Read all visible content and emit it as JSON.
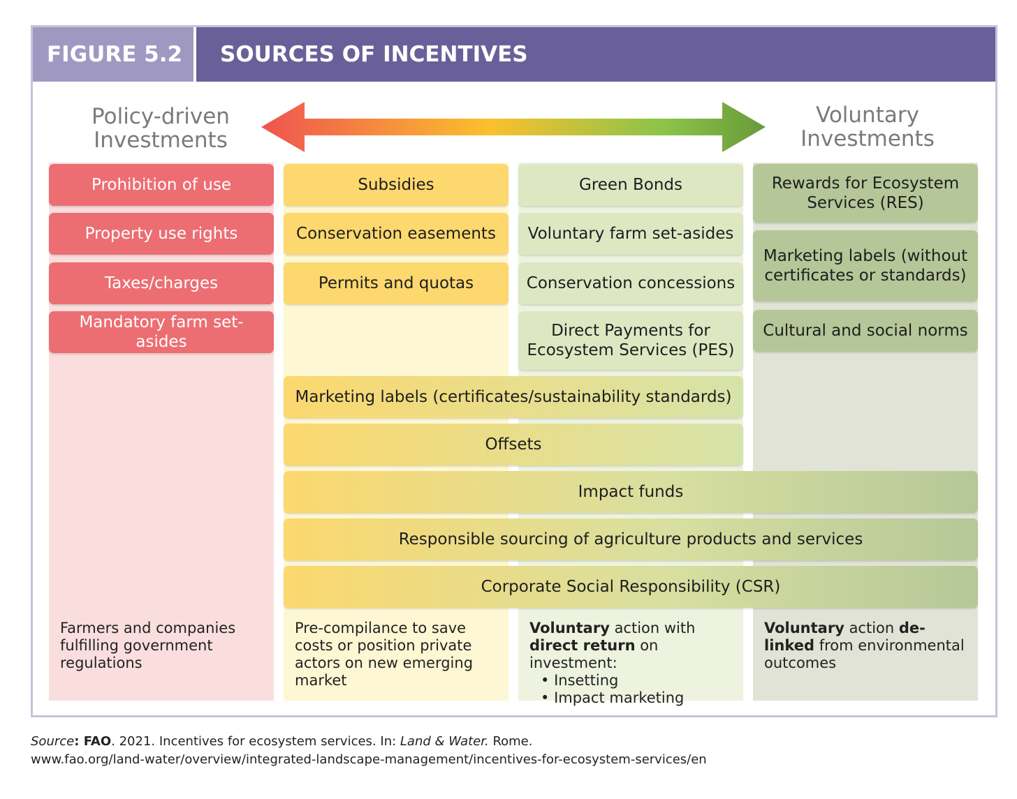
{
  "header": {
    "figure_label": "FIGURE 5.2",
    "title": "SOURCES OF INCENTIVES"
  },
  "axis": {
    "left_line1": "Policy-driven",
    "left_line2": "Investments",
    "right_line1": "Voluntary",
    "right_line2": "Investments"
  },
  "columns": {
    "policy": [
      "Prohibition of use",
      "Property use rights",
      "Taxes/charges",
      "Mandatory farm set-asides"
    ],
    "pre_compliance": [
      "Subsidies",
      "Conservation easements",
      "Permits and quotas"
    ],
    "direct_return": [
      "Green Bonds",
      "Voluntary farm set-asides",
      "Conservation concessions",
      "Direct Payments for Ecosystem Services (PES)"
    ],
    "delinked": [
      "Rewards for Ecosystem Services (RES)",
      "Marketing labels (without certificates or standards)",
      "Cultural and social norms"
    ]
  },
  "spanning": {
    "marketing_labels": "Marketing labels (certificates/sustainability standards)",
    "offsets": "Offsets",
    "impact_funds": "Impact funds",
    "responsible_sourcing": "Responsible sourcing of agriculture products and services",
    "csr": "Corporate Social Responsibility (CSR)"
  },
  "notes": {
    "col1": "Farmers and companies fulfilling government regulations",
    "col2": "Pre-compilance to save costs or position private actors on new emerging market",
    "col3_bold1": "Voluntary",
    "col3_text1": " action with ",
    "col3_bold2": "direct return",
    "col3_text2": " on investment:",
    "col3_items": [
      "Insetting",
      "Impact marketing"
    ],
    "col4_bold1": "Voluntary",
    "col4_text1": " action ",
    "col4_bold2": "de-linked",
    "col4_text2": " from environmental outcomes"
  },
  "source": {
    "label": "Source",
    "org": "FAO",
    "text1": ". 2021. Incentives for ecosystem services. In: ",
    "italic": "Land & Water.",
    "text2": " Rome.",
    "url": "www.fao.org/land-water/overview/integrated-landscape-management/incentives-for-ecosystem-services/en"
  },
  "colors": {
    "header_left": "#9f99c2",
    "header_right": "#6a6099",
    "arrow_start": "#ef5350",
    "arrow_mid": "#fbc02d",
    "arrow_end": "#6a9a3a"
  }
}
